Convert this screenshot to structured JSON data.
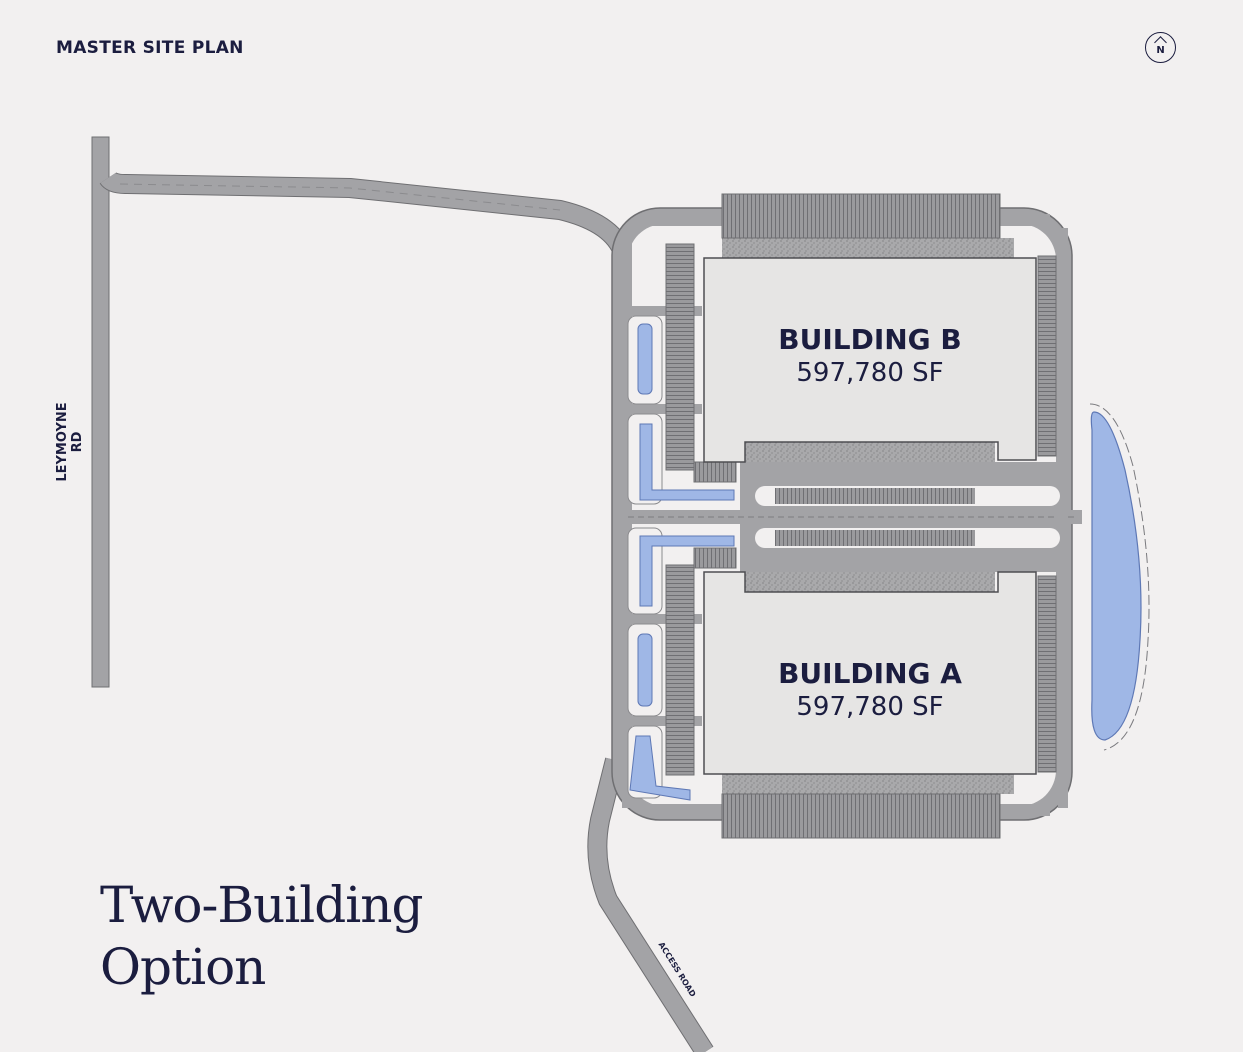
{
  "header": {
    "title": "MASTER SITE PLAN"
  },
  "compass": {
    "letter": "N",
    "icon": "north-arrow-icon"
  },
  "roads": {
    "leymoyne": "LEYMOYNE RD",
    "access": "ACCESS ROAD"
  },
  "buildings": [
    {
      "name": "BUILDING B",
      "area": "597,780 SF"
    },
    {
      "name": "BUILDING A",
      "area": "597,780 SF"
    }
  ],
  "option": {
    "line1": "Two-Building",
    "line2": "Option"
  },
  "colors": {
    "background": "#f2f0f0",
    "pavement": "#a3a3a6",
    "building": "#e6e5e4",
    "water": "#9fb7e6",
    "text": "#1b1d3f"
  }
}
